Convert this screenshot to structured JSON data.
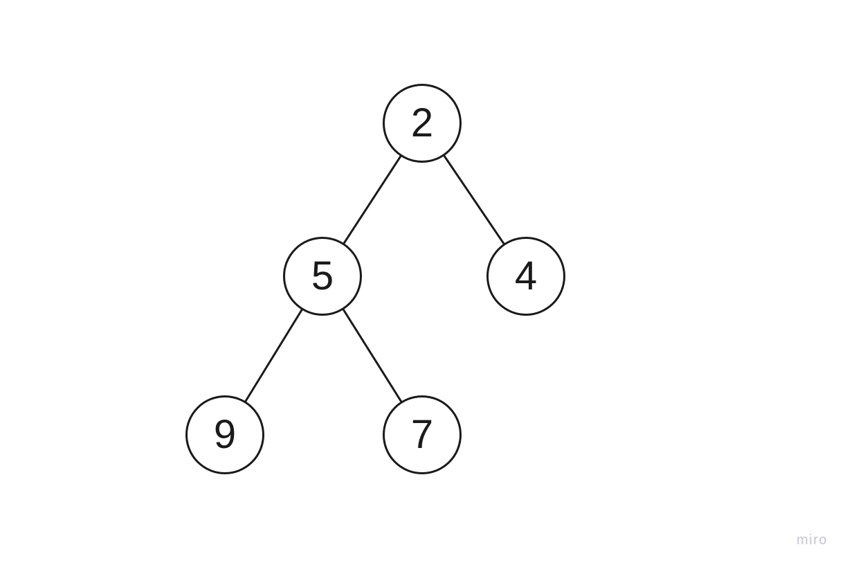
{
  "diagram": {
    "type": "binary-tree",
    "stroke_color": "#1a1a1a",
    "node_fill": "#ffffff",
    "nodes": [
      {
        "id": "node-2",
        "value": "2"
      },
      {
        "id": "node-5",
        "value": "5"
      },
      {
        "id": "node-4",
        "value": "4"
      },
      {
        "id": "node-9",
        "value": "9"
      },
      {
        "id": "node-7",
        "value": "7"
      }
    ],
    "edges": [
      {
        "from": "2",
        "to": "5"
      },
      {
        "from": "2",
        "to": "4"
      },
      {
        "from": "5",
        "to": "9"
      },
      {
        "from": "5",
        "to": "7"
      }
    ]
  },
  "watermark": {
    "label": "miro",
    "color": "#c6c5d0"
  }
}
